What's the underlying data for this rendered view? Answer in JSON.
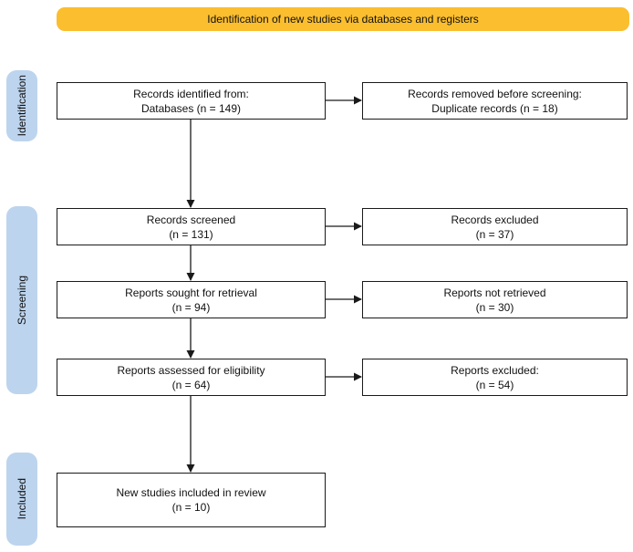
{
  "banner": {
    "label": "Identification of new studies via databases and registers",
    "bg_color": "#FBBE2E"
  },
  "stages": [
    {
      "label": "Identification"
    },
    {
      "label": "Screening"
    },
    {
      "label": "Included"
    }
  ],
  "stage_bg_color": "#BDD4EE",
  "boxes": {
    "records_identified": {
      "line1": "Records identified from:",
      "line2": "Databases (n = 149)"
    },
    "records_removed": {
      "line1": "Records removed before screening:",
      "line2": "Duplicate records (n = 18)"
    },
    "records_screened": {
      "line1": "Records screened",
      "line2": "(n = 131)"
    },
    "records_excluded": {
      "line1": "Records excluded",
      "line2": "(n = 37)"
    },
    "reports_sought": {
      "line1": "Reports sought for retrieval",
      "line2": "(n = 94)"
    },
    "reports_not_retrieved": {
      "line1": "Reports not retrieved",
      "line2": "(n = 30)"
    },
    "reports_assessed": {
      "line1": "Reports assessed for eligibility",
      "line2": "(n = 64)"
    },
    "reports_excluded": {
      "line1": "Reports excluded:",
      "line2": "(n = 54)"
    },
    "new_studies_included": {
      "line1": "New studies included in review",
      "line2": "(n = 10)"
    }
  }
}
